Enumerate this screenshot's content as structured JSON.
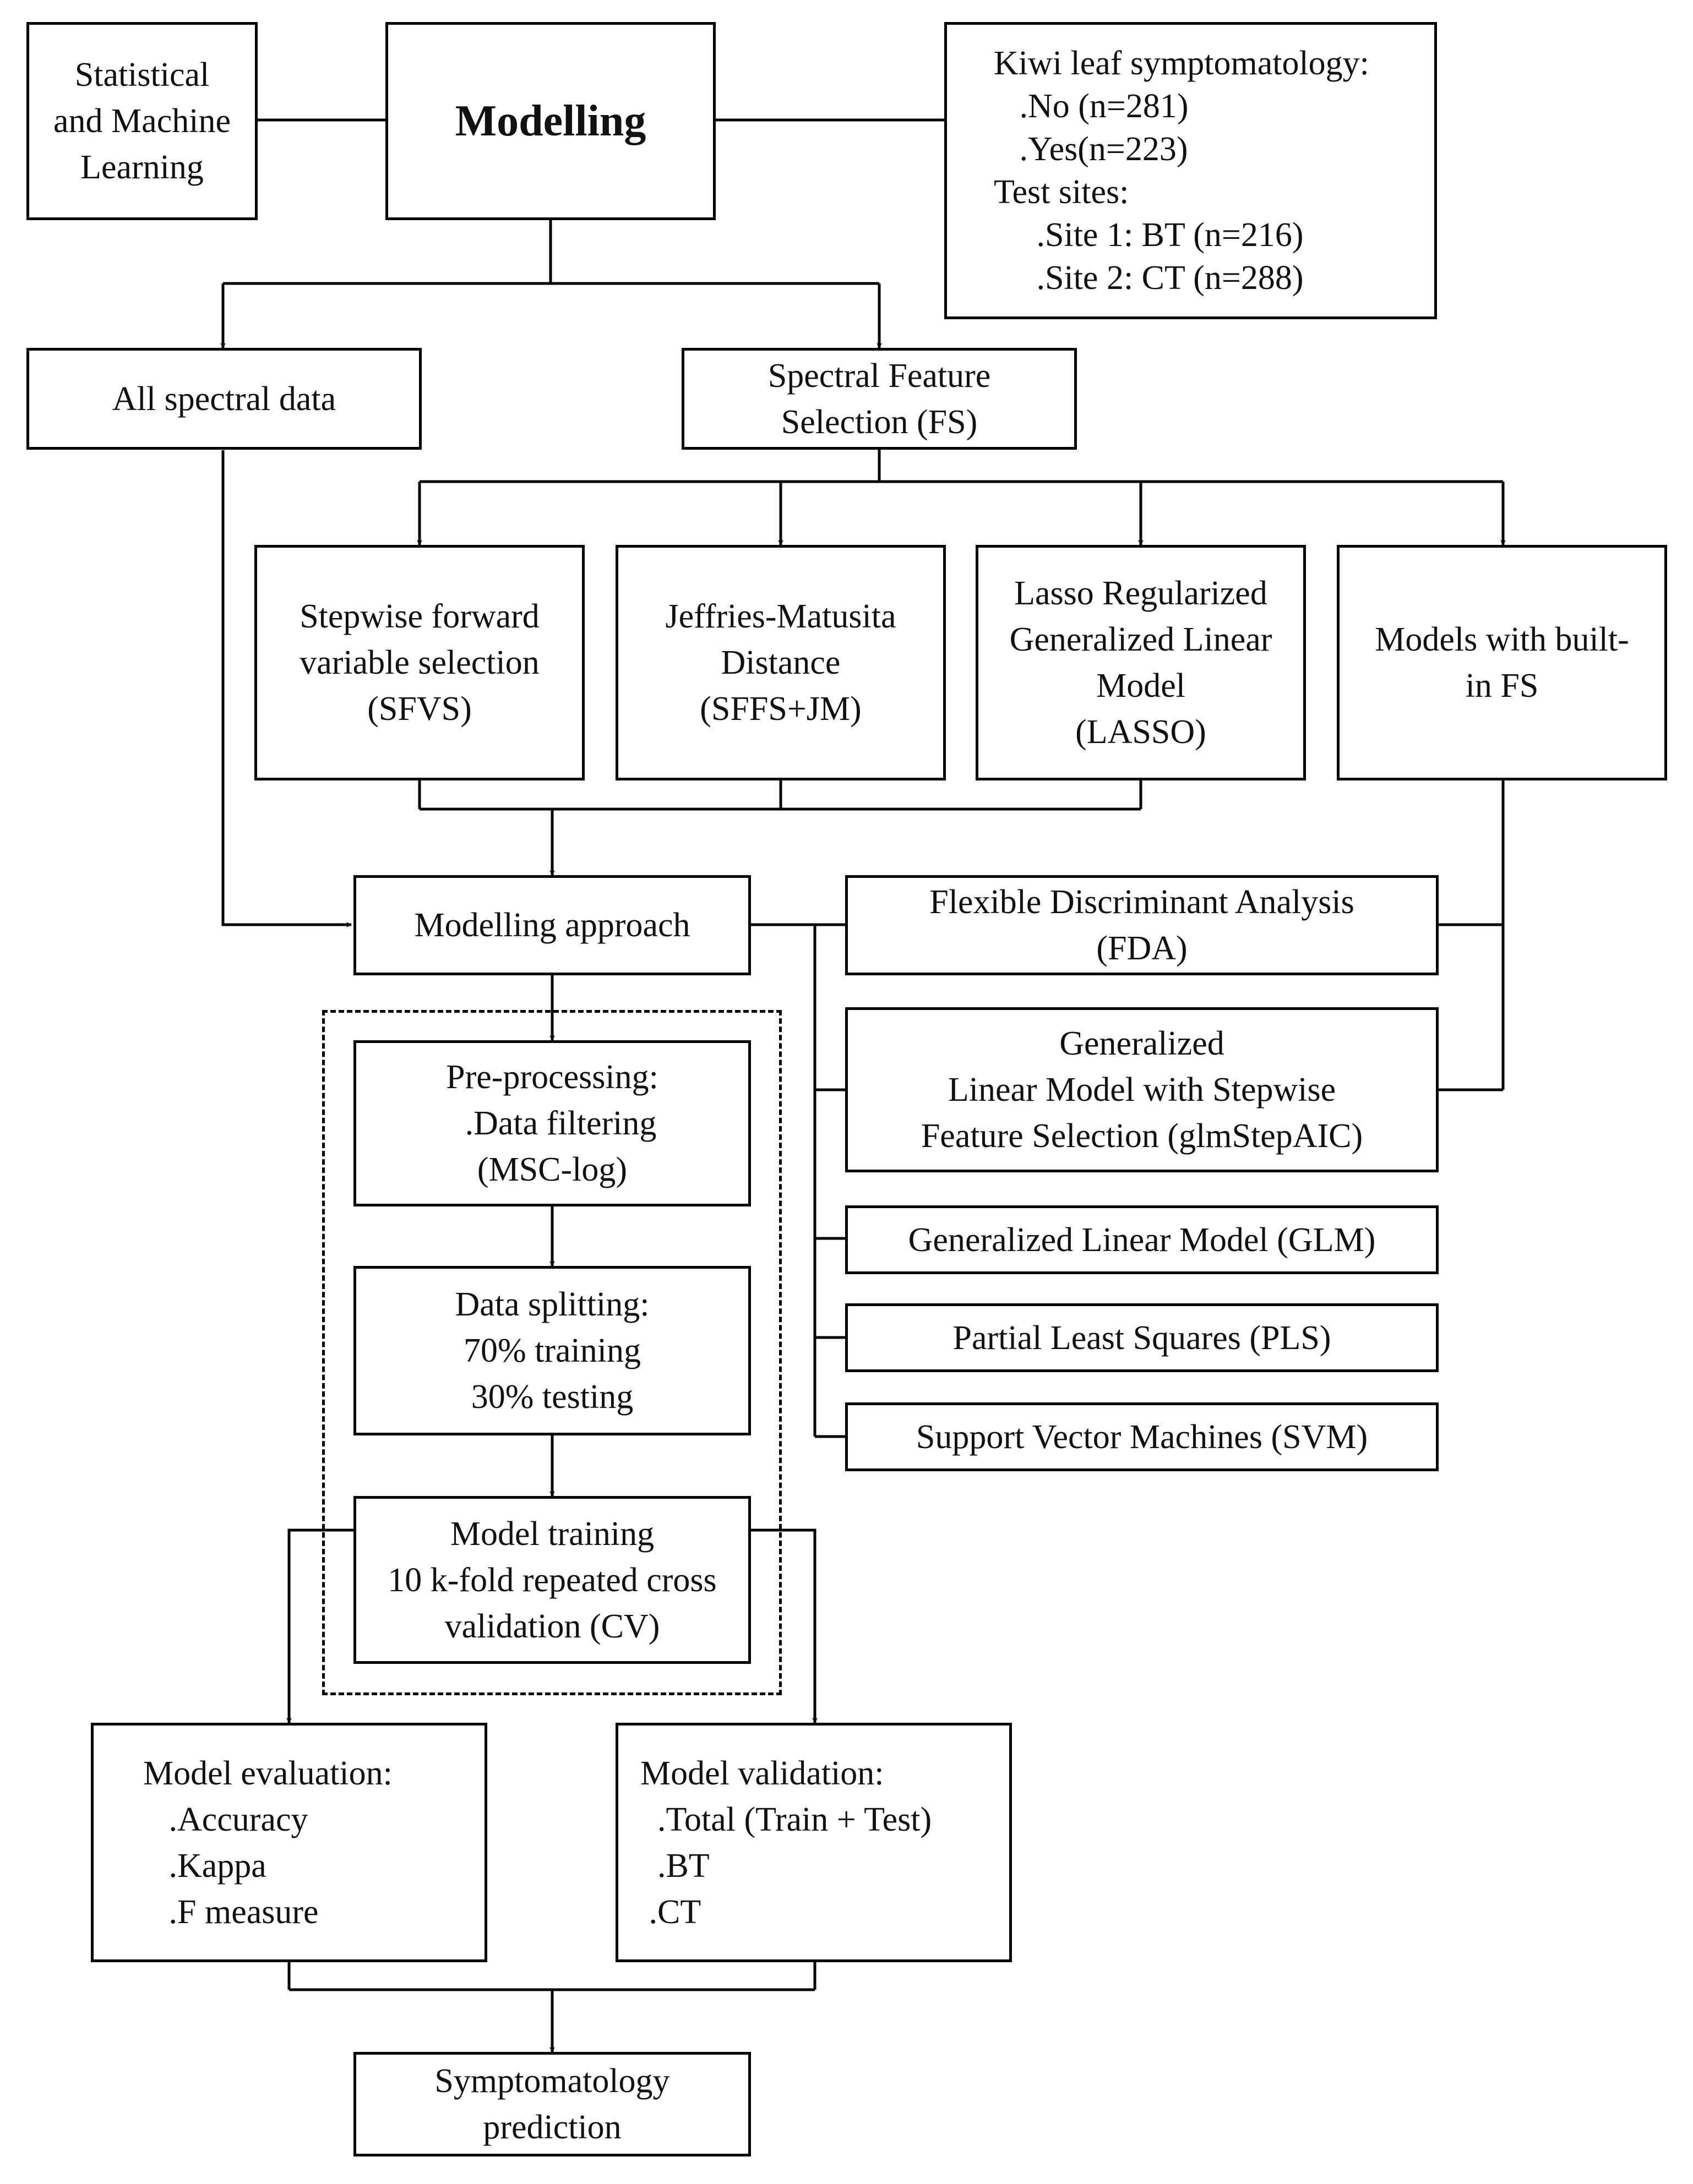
{
  "nodes": {
    "statistical_ml": [
      "Statistical",
      "and Machine",
      "Learning"
    ],
    "modelling": [
      "Modelling"
    ],
    "kiwi_info": [
      "Kiwi leaf symptomatology:",
      "   .No (n=281)",
      "   .Yes(n=223)",
      "Test sites:",
      "     .Site 1: BT (n=216)",
      "     .Site 2: CT (n=288)"
    ],
    "all_spectral": [
      "All spectral data"
    ],
    "spectral_fs": [
      "Spectral Feature",
      "Selection (FS)"
    ],
    "sfvs": [
      "Stepwise forward",
      "variable selection",
      "(SFVS)"
    ],
    "jm": [
      "Jeffries-Matusita",
      "Distance",
      "(SFFS+JM)"
    ],
    "lasso": [
      "Lasso Regularized",
      "Generalized Linear",
      "Model",
      "(LASSO)"
    ],
    "builtin_fs": [
      "Models with built-",
      "in FS"
    ],
    "modelling_approach": [
      "Modelling approach"
    ],
    "fda": [
      "Flexible Discriminant Analysis",
      "(FDA)"
    ],
    "glmstepaic": [
      "Generalized",
      "Linear Model with Stepwise",
      "Feature Selection (glmStepAIC)"
    ],
    "glm": [
      "Generalized Linear Model (GLM)"
    ],
    "pls": [
      "Partial Least Squares (PLS)"
    ],
    "svm": [
      "Support Vector Machines (SVM)"
    ],
    "preprocessing": [
      "Pre-processing:",
      "  .Data filtering",
      "(MSC-log)"
    ],
    "splitting": [
      "Data splitting:",
      "70% training",
      "30% testing"
    ],
    "training": [
      "Model training",
      "10 k-fold repeated cross",
      "validation (CV)"
    ],
    "evaluation": [
      "Model evaluation:",
      "   .Accuracy",
      "   .Kappa",
      "   .F measure"
    ],
    "validation": [
      "Model validation:",
      "  .Total (Train + Test)",
      "  .BT",
      " .CT"
    ],
    "prediction": [
      "Symptomatology",
      "prediction"
    ]
  }
}
